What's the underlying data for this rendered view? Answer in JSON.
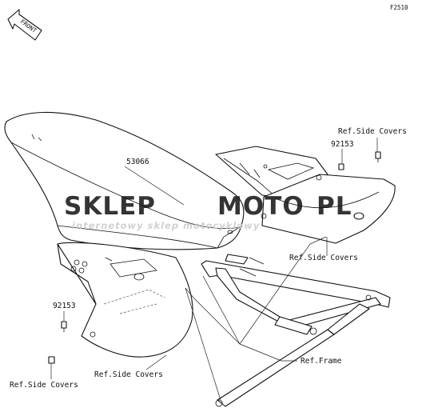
{
  "figure_code": "F2510",
  "front_label": "FRONT",
  "parts": {
    "seat": "53066",
    "bolt_upper": "92153",
    "bolt_lower": "92153"
  },
  "labels": {
    "side_covers_top": "Ref.Side Covers",
    "side_covers_right": "Ref.Side Covers",
    "side_covers_bottom_center": "Ref.Side Covers",
    "side_covers_bottom_left": "Ref.Side Covers",
    "frame": "Ref.Frame"
  },
  "watermark": {
    "brand_part1": "SKLEP",
    "brand_part2": "MOTO",
    "brand_part3": "PL",
    "tagline": "internetowy sklep motocyklowy"
  },
  "colors": {
    "watermark_gray": "#cfcfcf",
    "watermark_red": "#e25555",
    "line": "#111111"
  }
}
